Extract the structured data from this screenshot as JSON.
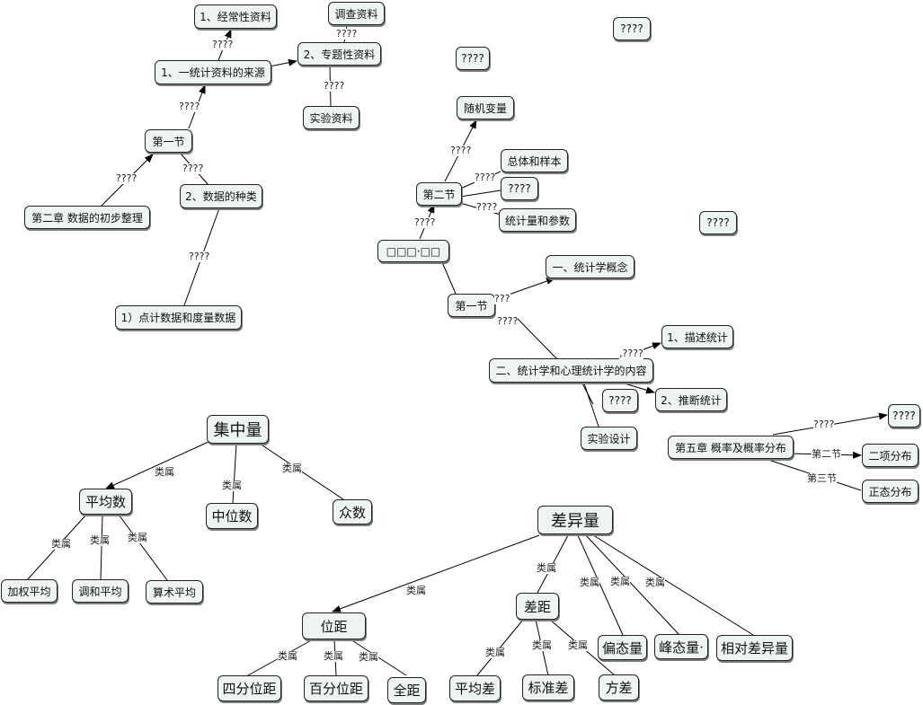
{
  "stroke_color": "#000000",
  "node_fill": "#eef3f4",
  "nodes": {
    "ch2": "第二章 数据的初步整理",
    "jie1a": "第一节",
    "source": "1、一统计资料的来源",
    "regular": "1、经常性资料",
    "special": "2、专题性资料",
    "survey": "调查资料",
    "experiment": "实验资料",
    "types": "2、数据的种类",
    "point": "1）点计数据和度量数据",
    "q_a": "????",
    "q_b": "????",
    "random": "随机变量",
    "population": "总体和样本",
    "q_c": "????",
    "statistic": "统计量和参数",
    "jie2": "第二节",
    "root": "□□□·□□",
    "q_d": "????",
    "concept": "一、统计学概念",
    "jie1b": "第一节",
    "content": "二、统计学和心理统计学的内容",
    "descriptive": "1、描述统计",
    "q_e": "????",
    "inferential": "2、推断统计",
    "design": "实验设计",
    "ch5": "第五章 概率及概率分布",
    "q_f": "????",
    "binomial": "二项分布",
    "normal": "正态分布",
    "central": "集中量",
    "mean": "平均数",
    "median": "中位数",
    "mode": "众数",
    "weighted": "加权平均",
    "harmonic": "调和平均",
    "arithmetic": "算术平均",
    "variation": "差异量",
    "position": "位距",
    "range": "差距",
    "skewness": "偏态量",
    "kurtosis": "峰态量·",
    "relative": "相对差异量",
    "quartile": "四分位距",
    "percentile": "百分位距",
    "fullrange": "全距",
    "meandev": "平均差",
    "sd": "标准差",
    "variance": "方差"
  },
  "labels": {
    "q": "????",
    "q3": "???",
    "q4": ",????",
    "section2": "第二节",
    "section3": "第三节",
    "belongs": "类属"
  }
}
